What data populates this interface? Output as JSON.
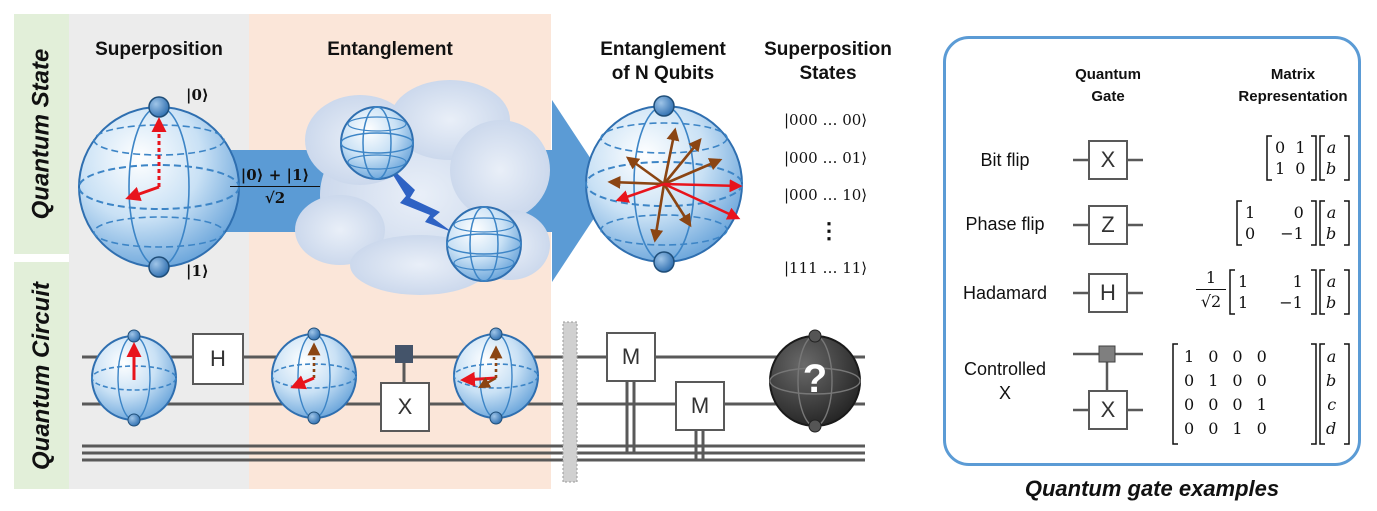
{
  "left_labels": {
    "state": "Quantum State",
    "circuit": "Quantum Circuit"
  },
  "headings": {
    "superposition": "Superposition",
    "entanglement": "Entanglement",
    "entangle_n_1": "Entanglement",
    "entangle_n_2": "of N Qubits",
    "super_states_1": "Superposition",
    "super_states_2": "States"
  },
  "kets": {
    "zero": "|0⟩",
    "one": "|1⟩",
    "sum_num": "|0⟩ + |1⟩",
    "sum_den": "√2"
  },
  "states": [
    "|000 … 00⟩",
    "|000 … 01⟩",
    "|000 … 10⟩",
    "⋮",
    "|111 … 11⟩"
  ],
  "circuit_gates": {
    "h": "H",
    "x": "X",
    "m1": "M",
    "m2": "M",
    "unknown": "?"
  },
  "panel": {
    "col_gate_1": "Quantum",
    "col_gate_2": "Gate",
    "col_matrix_1": "Matrix",
    "col_matrix_2": "Representation",
    "rows": [
      {
        "name": "Bit flip",
        "gate": "X",
        "m": [
          [
            "0",
            "1"
          ],
          [
            "1",
            "0"
          ]
        ],
        "v": [
          "a",
          "b"
        ]
      },
      {
        "name": "Phase flip",
        "gate": "Z",
        "m": [
          [
            "1",
            "0"
          ],
          [
            "0",
            "−1"
          ]
        ],
        "v": [
          "a",
          "b"
        ]
      },
      {
        "name": "Hadamard",
        "gate": "H",
        "prefix_num": "1",
        "prefix_den": "√2",
        "m": [
          [
            "1",
            "1"
          ],
          [
            "1",
            "−1"
          ]
        ],
        "v": [
          "a",
          "b"
        ]
      }
    ],
    "cx": {
      "name_1": "Controlled",
      "name_2": "X",
      "gate": "X",
      "m": [
        [
          "1",
          "0",
          "0",
          "0"
        ],
        [
          "0",
          "1",
          "0",
          "0"
        ],
        [
          "0",
          "0",
          "0",
          "1"
        ],
        [
          "0",
          "0",
          "1",
          "0"
        ]
      ],
      "v": [
        "a",
        "b",
        "c",
        "d"
      ]
    }
  },
  "caption": "Quantum gate examples"
}
